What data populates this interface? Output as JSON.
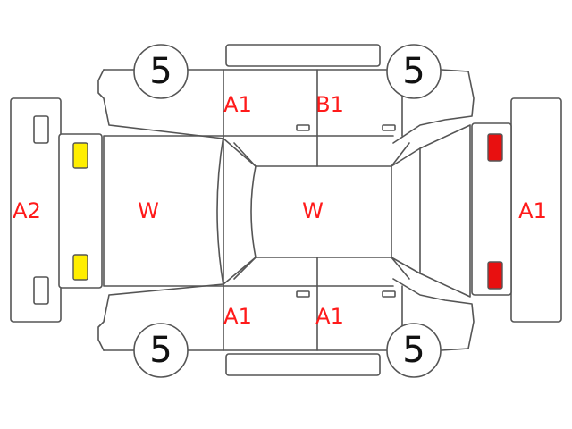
{
  "diagram": {
    "tires": {
      "front_left": "5",
      "rear_left": "5",
      "front_right": "5",
      "rear_right": "5"
    },
    "grades": {
      "rear_panel": "A2",
      "rear_window": "W",
      "windshield": "W",
      "front_panel": "A1",
      "left_rear_door": "A1",
      "left_front_door": "B1",
      "right_rear_door": "A1",
      "right_front_door": "A1"
    },
    "colors": {
      "tail_lights": "#ffee00",
      "head_lights": "#e81010",
      "grade_text": "#ff1a1a",
      "outline": "#555555"
    }
  }
}
